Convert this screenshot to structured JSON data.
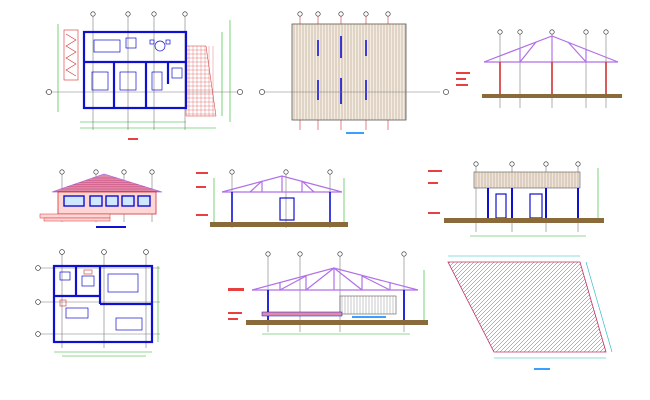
{
  "drawing": {
    "sheet": "architectural-cad-sheet",
    "colors": {
      "wall": "#1010d0",
      "roof_truss": "#b070e8",
      "roof_tile": "#e08aa8",
      "roof_deck": "#a08a78",
      "floor_red": "#d23030",
      "ground": "#8a6a3a",
      "dim_green": "#28b028",
      "dim_cyan": "#20b8c8",
      "grid_line": "#7a7a7a",
      "tag_blue": "#3aa0ff",
      "label_red": "#e84040",
      "hatch": "#c0306a",
      "furniture": "#1010d0"
    },
    "views": [
      "floor-plan-main",
      "roof-plan",
      "section-truss-open",
      "elevation-front",
      "section-truss-a",
      "section-truss-b",
      "floor-plan-small",
      "section-long",
      "roof-hatch-plan"
    ]
  }
}
